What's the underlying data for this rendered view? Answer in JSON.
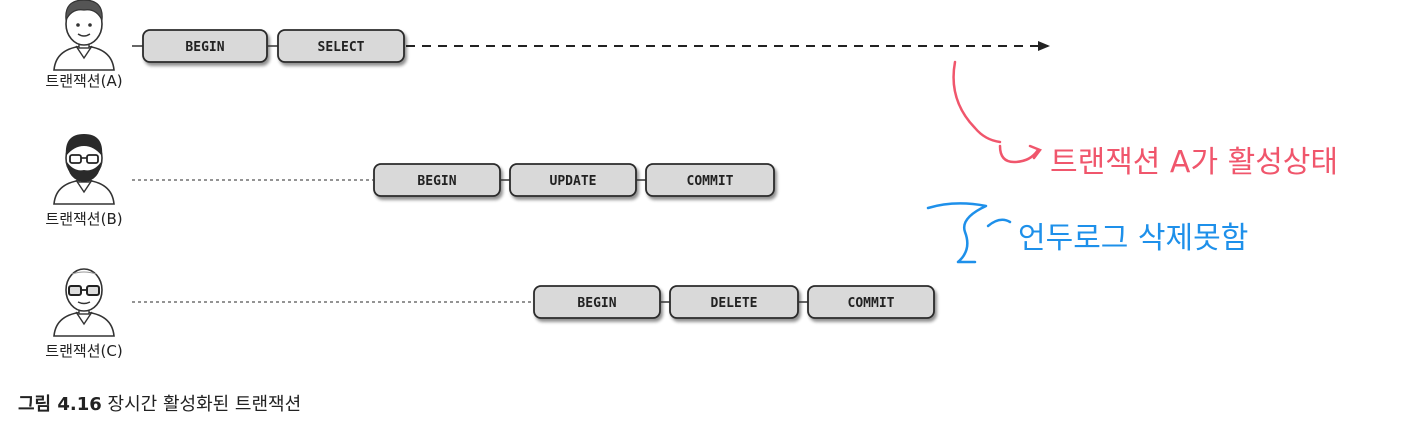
{
  "transactions": [
    {
      "label": "트랜잭션(A)",
      "steps": [
        "BEGIN",
        "SELECT"
      ]
    },
    {
      "label": "트랜잭션(B)",
      "steps": [
        "BEGIN",
        "UPDATE",
        "COMMIT"
      ]
    },
    {
      "label": "트랜잭션(C)",
      "steps": [
        "BEGIN",
        "DELETE",
        "COMMIT"
      ]
    }
  ],
  "caption": {
    "number": "그림 4.16",
    "text": "장시간 활성화된 트랜잭션"
  },
  "annotations": {
    "red": "트랜잭션 A가 활성상태",
    "blue": "언두로그 삭제못함"
  },
  "colors": {
    "box_fill": "#d9d9d9",
    "box_stroke": "#2b2b2b",
    "red_note": "#f0566c",
    "blue_note": "#1e90ea"
  }
}
